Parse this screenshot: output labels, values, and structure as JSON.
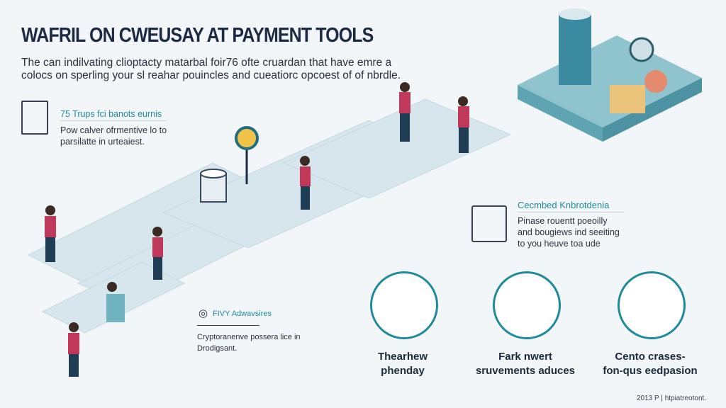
{
  "header": {
    "title": "WAFRIL ON CWEUSAY AT PAYMENT TOOLS",
    "subtitle_lines": [
      "The can indilvating clioptacty matarbal foir76 ofte cruardan that have emre a",
      "colocs on sperling your sl reahar pouincles and cueatiorc opcoest of of nbrdle."
    ]
  },
  "left_block": {
    "heading": "75 Trups fci banots eurnis",
    "body": "Pow calver ofrmentive lo to parsilatte in urteaiest."
  },
  "right_block": {
    "heading": "Cecmbed Knbrotdenia",
    "body": "Pinase rouentt poeoilly and bougiews ind seeiting to you heuve toa ude"
  },
  "fiat_block": {
    "heading": "FIVY Adwavsires",
    "body": "Cryptoranenve possera lice in Drodigsant."
  },
  "features": [
    {
      "icon": "printer-icon",
      "label_lines": [
        "Thearhew",
        "phenday"
      ]
    },
    {
      "icon": "wallet-icon",
      "label_lines": [
        "Fark nwert",
        "sruvements aduces"
      ]
    },
    {
      "icon": "terminal-icon",
      "label_lines": [
        "Cento crases-",
        "fon-qus eedpasion"
      ]
    }
  ],
  "footer": {
    "year": "2013 P",
    "separator": "|",
    "text": "htpiatreotont."
  },
  "colors": {
    "accent": "#1f8a9c",
    "path": "#d4e4ea",
    "navy": "#1c2a44",
    "figure": "#c0395a"
  }
}
